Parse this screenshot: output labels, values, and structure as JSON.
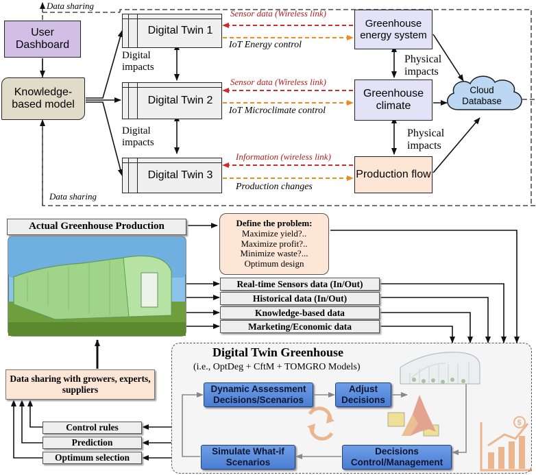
{
  "top": {
    "user_dashboard": "User Dashboard",
    "knowledge_model": "Knowledge-based model",
    "twins": [
      "Digital Twin 1",
      "Digital Twin 2",
      "Digital Twin 3"
    ],
    "energy": "Greenhouse energy system",
    "climate": "Greenhouse climate",
    "production": "Production flow",
    "cloud": "Cloud Database",
    "data_sharing_top": "Data sharing",
    "data_sharing_bottom": "Data sharing",
    "digital_impacts_1": "Digital impacts",
    "digital_impacts_2": "Digital impacts",
    "physical_impacts_1": "Physical impacts",
    "physical_impacts_2": "Physical impacts",
    "sensor_data_1": "Sensor data (Wireless link)",
    "sensor_data_2": "Sensor data (Wireless link)",
    "information": "Information (wireless link)",
    "iot_energy": "IoT Energy control",
    "iot_micro": "IoT Microclimate control",
    "production_changes": "Production changes"
  },
  "bottom": {
    "actual": "Actual Greenhouse Production",
    "problem_title": "Define the problem:",
    "problem_items": [
      "Maximize yield?..",
      "Maximize profit?..",
      "Minimize waste?...",
      "Optimum design"
    ],
    "data_rows": [
      "Real-time Sensors data (In/Out)",
      "Historical data (In/Out)",
      "Knowledge-based data",
      "Marketing/Economic data"
    ],
    "sharing": "Data sharing with growers, experts, suppliers",
    "outputs": [
      "Control rules",
      "Prediction",
      "Optimum selection"
    ],
    "dt_title": "Digital Twin Greenhouse",
    "dt_subtitle": "(i.e., OptDeg + CftM + TOMGRO Models)",
    "dynamic": "Dynamic Assessment Decisions/Scenarios",
    "adjust": "Adjust Decisions",
    "simulate": "Simulate What-if Scenarios",
    "decisions": "Decisions Control/Management"
  },
  "colors": {
    "purple": "#d3bfe6",
    "lavender": "#e4e2f6",
    "peach": "#fde6d6",
    "khaki": "#e1dcc9",
    "cloud": "#bcd7f1",
    "red_dash": "#d62828",
    "orange_dash": "#ef8a1e",
    "blue_btn": "#4a7dd3"
  }
}
